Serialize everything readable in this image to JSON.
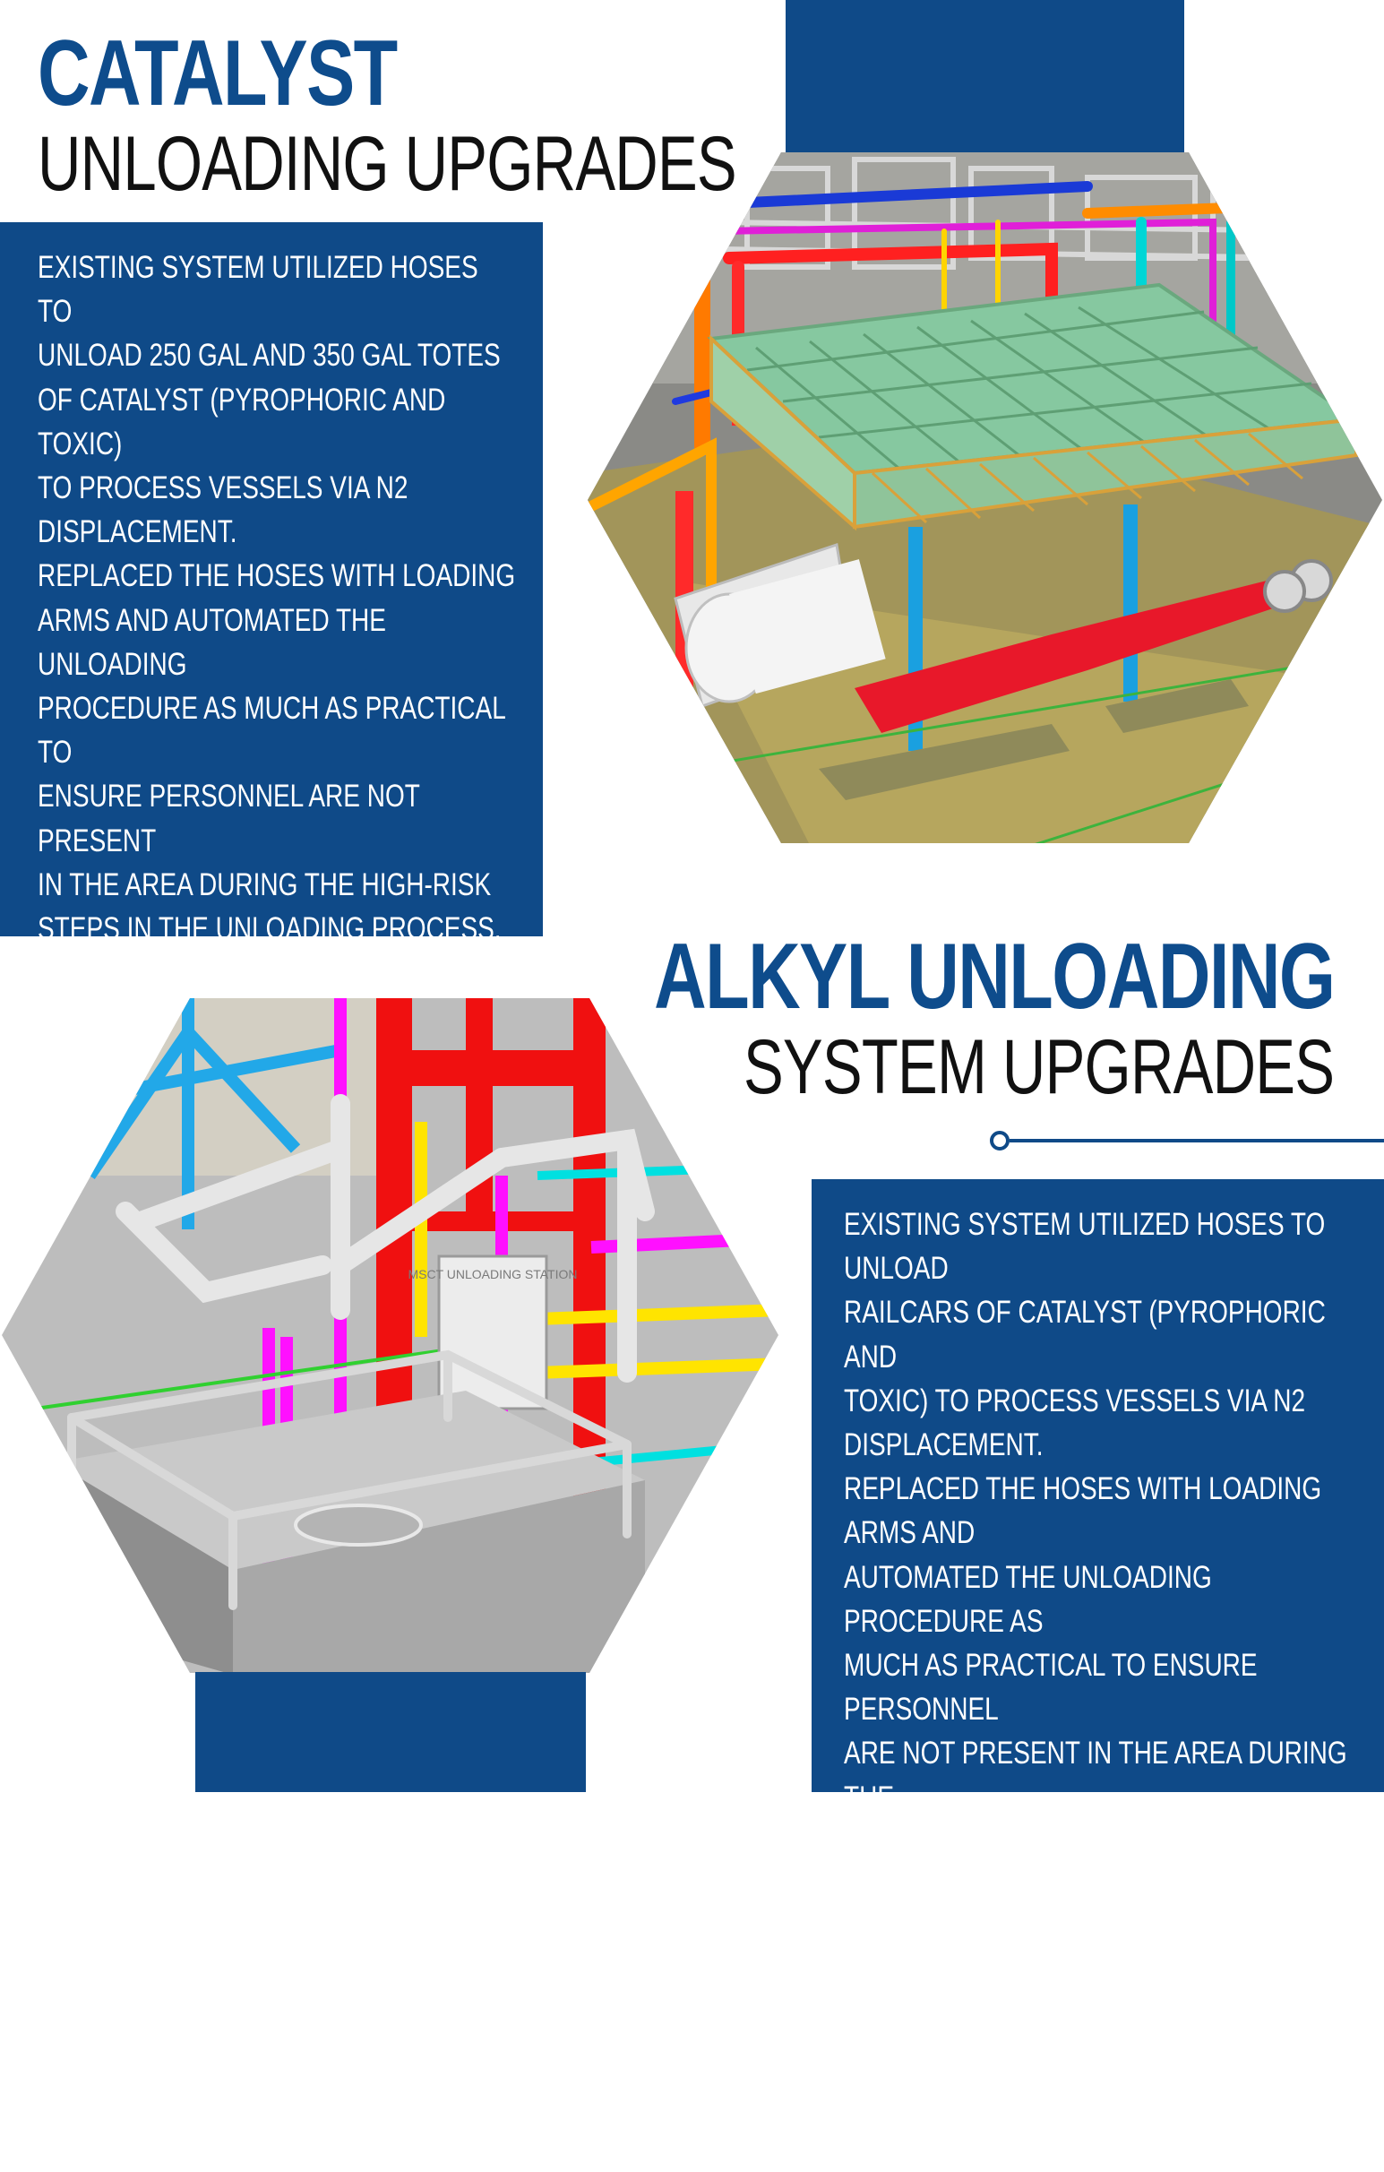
{
  "section1": {
    "title_bold": "CATALYST",
    "title_sub": "UNLOADING UPGRADES",
    "body": "EXISTING SYSTEM UTILIZED HOSES TO\nUNLOAD 250 GAL AND 350 GAL TOTES\nOF CATALYST (PYROPHORIC AND TOXIC)\nTO PROCESS VESSELS VIA N2\nDISPLACEMENT.\nREPLACED THE HOSES WITH LOADING\nARMS AND AUTOMATED THE UNLOADING\nPROCEDURE AS MUCH AS PRACTICAL TO\nENSURE PERSONNEL ARE NOT PRESENT\nIN THE AREA DURING THE HIGH-RISK\nSTEPS IN THE UNLOADING PROCESS.\nA TOTAL OF TWO SYSTEMS WERE\nUPGRADED, EACH WITH 2 LOADING\nARMS (ONE FOR N2 AND ONE FOR\nLIQUID CATALYST)."
  },
  "section2": {
    "title_bold": "ALKYL UNLOADING",
    "title_sub": "SYSTEM UPGRADES",
    "body": "EXISTING SYSTEM UTILIZED HOSES TO UNLOAD\nRAILCARS OF CATALYST (PYROPHORIC AND\nTOXIC) TO PROCESS VESSELS VIA N2\nDISPLACEMENT.\nREPLACED THE HOSES WITH LOADING ARMS AND\nAUTOMATED THE UNLOADING PROCEDURE AS\nMUCH AS PRACTICAL TO ENSURE PERSONNEL\nARE NOT PRESENT IN THE AREA DURING THE\nHIGH-RISK STEPS IN THE UNLOADING PROCESS.\nA TOTAL OF THREE LOADING ARMS WERE\nINSTALLED, ONE COMMON N2 ARM AND ONE\nDEDICATED LIQUID ARM FOR EACH OF THE TWO\nCATALYSTS.",
    "station_sign": "MSCT UNLOADING STATION"
  },
  "colors": {
    "brand_blue": "#0f4a88",
    "title_blue": "#0e4c8c",
    "text_dark": "#111111"
  }
}
